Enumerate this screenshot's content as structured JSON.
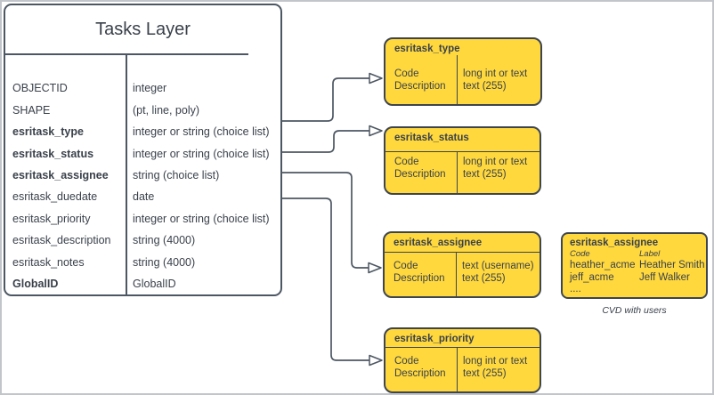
{
  "colors": {
    "domain_fill": "#FFD83D",
    "domain_border": "#3E454F",
    "entity_border": "#4D5763",
    "text": "#3A414B",
    "frame": "#C2C6CB"
  },
  "tasks_layer": {
    "title": "Tasks Layer",
    "fields": [
      {
        "name": "OBJECTID",
        "type": "integer"
      },
      {
        "name": "SHAPE",
        "type": "(pt, line, poly)"
      },
      {
        "name": "esritask_type",
        "type": "integer or string (choice list)"
      },
      {
        "name": "esritask_status",
        "type": "integer or string (choice list)"
      },
      {
        "name": "esritask_assignee",
        "type": "string (choice list)"
      },
      {
        "name": "esritask_duedate",
        "type": "date"
      },
      {
        "name": "esritask_priority",
        "type": "integer or string (choice list)"
      },
      {
        "name": "esritask_description",
        "type": "string (4000)"
      },
      {
        "name": "esritask_notes",
        "type": "string (4000)"
      },
      {
        "name": "GlobalID",
        "type": "GlobalID"
      }
    ]
  },
  "domains": [
    {
      "title": "esritask_type",
      "left": [
        "Code",
        "Description"
      ],
      "right": [
        "long int or text",
        "text (255)"
      ]
    },
    {
      "title": "esritask_status",
      "left": [
        "Code",
        "Description"
      ],
      "right": [
        "long int or text",
        "text (255)"
      ]
    },
    {
      "title": "esritask_assignee",
      "left": [
        "Code",
        "Description"
      ],
      "right": [
        "text (username)",
        "text (255)"
      ]
    },
    {
      "title": "esritask_priority",
      "left": [
        "Code",
        "Description"
      ],
      "right": [
        "long int or text",
        "text (255)"
      ]
    }
  ],
  "cvd": {
    "title": "esritask_assignee",
    "headers": [
      "Code",
      "Label"
    ],
    "rows": [
      {
        "code": "heather_acme",
        "label": "Heather Smith"
      },
      {
        "code": "jeff_acme",
        "label": "Jeff Walker"
      }
    ],
    "more": "....",
    "caption": "CVD with users"
  }
}
